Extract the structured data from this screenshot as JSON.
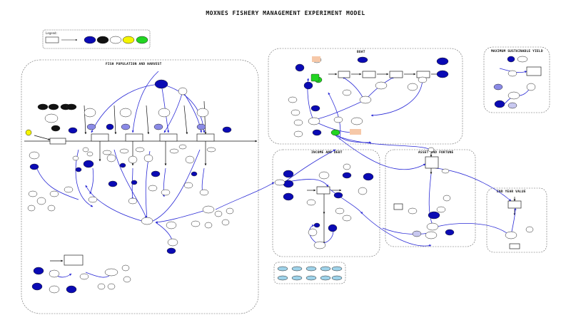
{
  "title": "MOXNES FISHERY MANAGEMENT EXPERIMENT MODEL",
  "legend": {
    "label": "Legend:",
    "colors": {
      "dark_blue": "#0a0ab4",
      "black": "#111111",
      "white": "#ffffff",
      "yellow": "#f5f500",
      "green": "#22d522"
    }
  },
  "sectors": [
    {
      "id": "fish",
      "title": "FISH POPULATION AND HARVEST"
    },
    {
      "id": "boat",
      "title": "BOAT"
    },
    {
      "id": "msy",
      "title": "MAXIMUM SUSTAINABLE YIELD"
    },
    {
      "id": "income",
      "title": "INCOME AND DEBT"
    },
    {
      "id": "asset",
      "title": "ASSET AND FORTUNE"
    },
    {
      "id": "end",
      "title": "END YEAR VALUE"
    }
  ],
  "colors": {
    "link": "#2a2ad6",
    "node_blue": "#0a0ab4",
    "node_light": "#8a8ae6",
    "node_pale": "#c8c8f0",
    "stock_border": "#222222",
    "sector_border": "#666666",
    "palette_fill": "#9fd3ea",
    "orange": "#f6c8a8",
    "green": "#22d522"
  }
}
